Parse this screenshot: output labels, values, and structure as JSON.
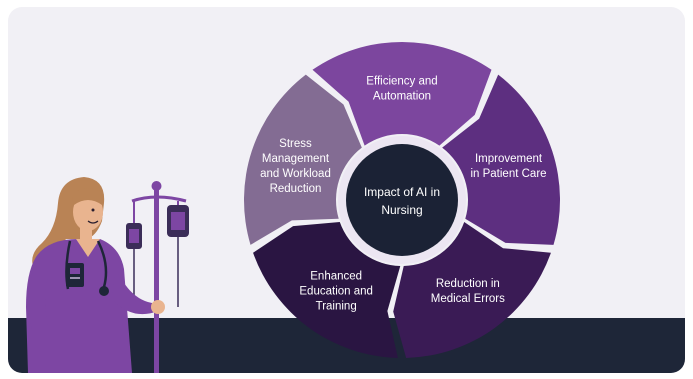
{
  "diagram": {
    "center": "Impact of AI in Nursing",
    "segments": [
      {
        "label_lines": [
          "Efficiency and",
          "Automation"
        ],
        "color": "#7c469e"
      },
      {
        "label_lines": [
          "Improvement",
          "in Patient Care"
        ],
        "color": "#5d2f80"
      },
      {
        "label_lines": [
          "Reduction in",
          "Medical Errors"
        ],
        "color": "#3a1b55"
      },
      {
        "label_lines": [
          "Enhanced",
          "Education and",
          "Training"
        ],
        "color": "#2a1542"
      },
      {
        "label_lines": [
          "Stress",
          "Management",
          "and Workload",
          "Reduction"
        ],
        "color": "#836c93"
      }
    ]
  },
  "colors": {
    "background": "#f1f0f5",
    "floor": "#1e2638",
    "center_fill": "#1b2235",
    "center_ring": "#ece6f2",
    "scrubs": "#7d46a3",
    "skin": "#e9b48f",
    "hair": "#b98355"
  },
  "illustration": {
    "subject": "nurse with IV drip stand",
    "icons": [
      "stethoscope-icon",
      "id-badge-icon",
      "iv-bag-icon"
    ]
  }
}
